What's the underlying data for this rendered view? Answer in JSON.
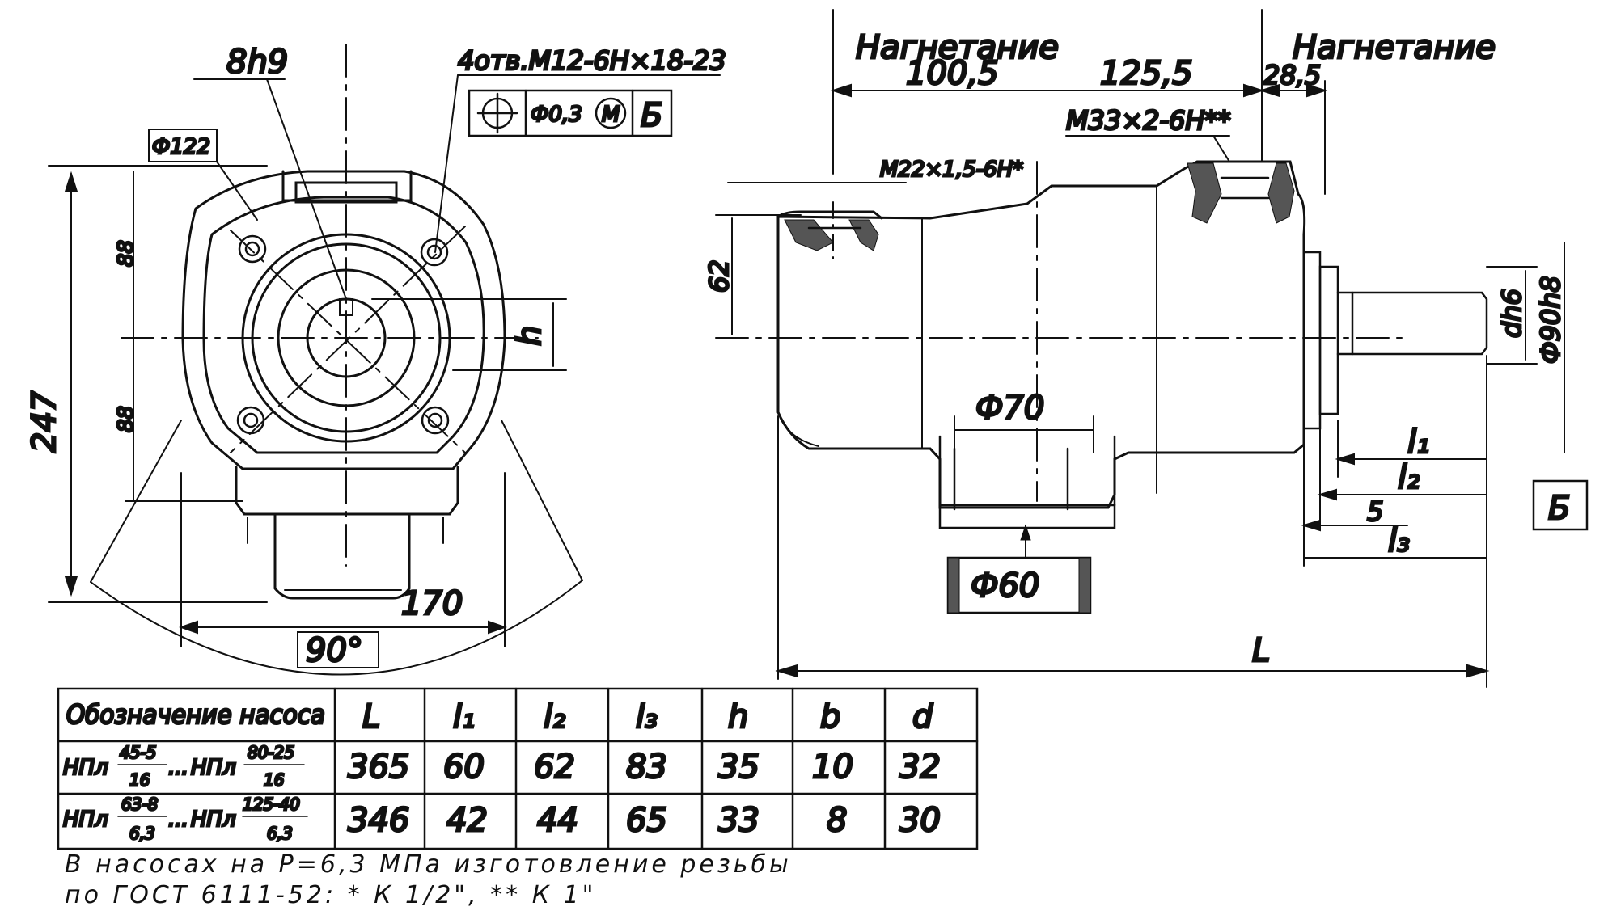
{
  "front_view": {
    "dim_key": "8h9",
    "dim_holes": "4отв.М12-6Н×18-23",
    "tol_symbol": "⊕",
    "tol_value": "Ф0,3",
    "tol_modifier": "M",
    "tol_datum": "Б",
    "dim_dia": "Ф122",
    "dim_height": "247",
    "dim_upper": "88",
    "dim_lower": "88",
    "dim_h": "h",
    "dim_width": "170",
    "dim_angle": "90°"
  },
  "side_view": {
    "label_left": "Нагнетание",
    "label_right": "Нагнетание",
    "dim_1": "100,5",
    "dim_2": "125,5",
    "dim_3": "28,5",
    "thread_big": "М33×2-6Н**",
    "thread_small": "М22×1,5-6Н*",
    "dim_62": "62",
    "dim_phi70": "Ф70",
    "dim_phi60": "Ф60",
    "dim_dh6": "dh6",
    "dim_phi90": "Ф90h8",
    "dim_l1": "l₁",
    "dim_l2": "l₂",
    "dim_5": "5",
    "dim_l3": "l₃",
    "datum": "Б",
    "dim_L": "L"
  },
  "table": {
    "headers": [
      "Обозначение насоса",
      "L",
      "l₁",
      "l₂",
      "l₃",
      "h",
      "b",
      "d"
    ],
    "rows": [
      {
        "name_a": "НПл",
        "frac_a_num": "45-5",
        "frac_a_den": "16",
        "sep": "...",
        "name_b": "НПл",
        "frac_b_num": "80-25",
        "frac_b_den": "16",
        "values": [
          "365",
          "60",
          "62",
          "83",
          "35",
          "10",
          "32"
        ]
      },
      {
        "name_a": "НПл",
        "frac_a_num": "63-8",
        "frac_a_den": "6,3",
        "sep": "...",
        "name_b": "НПл",
        "frac_b_num": "125-40",
        "frac_b_den": "6,3",
        "values": [
          "346",
          "42",
          "44",
          "65",
          "33",
          "8",
          "30"
        ]
      }
    ]
  },
  "note": {
    "line1": "В насосах на Р=6,3 МПа изготовление резьбы",
    "line2": "по ГОСТ 6111-52: * К 1/2\",   ** К 1\""
  }
}
